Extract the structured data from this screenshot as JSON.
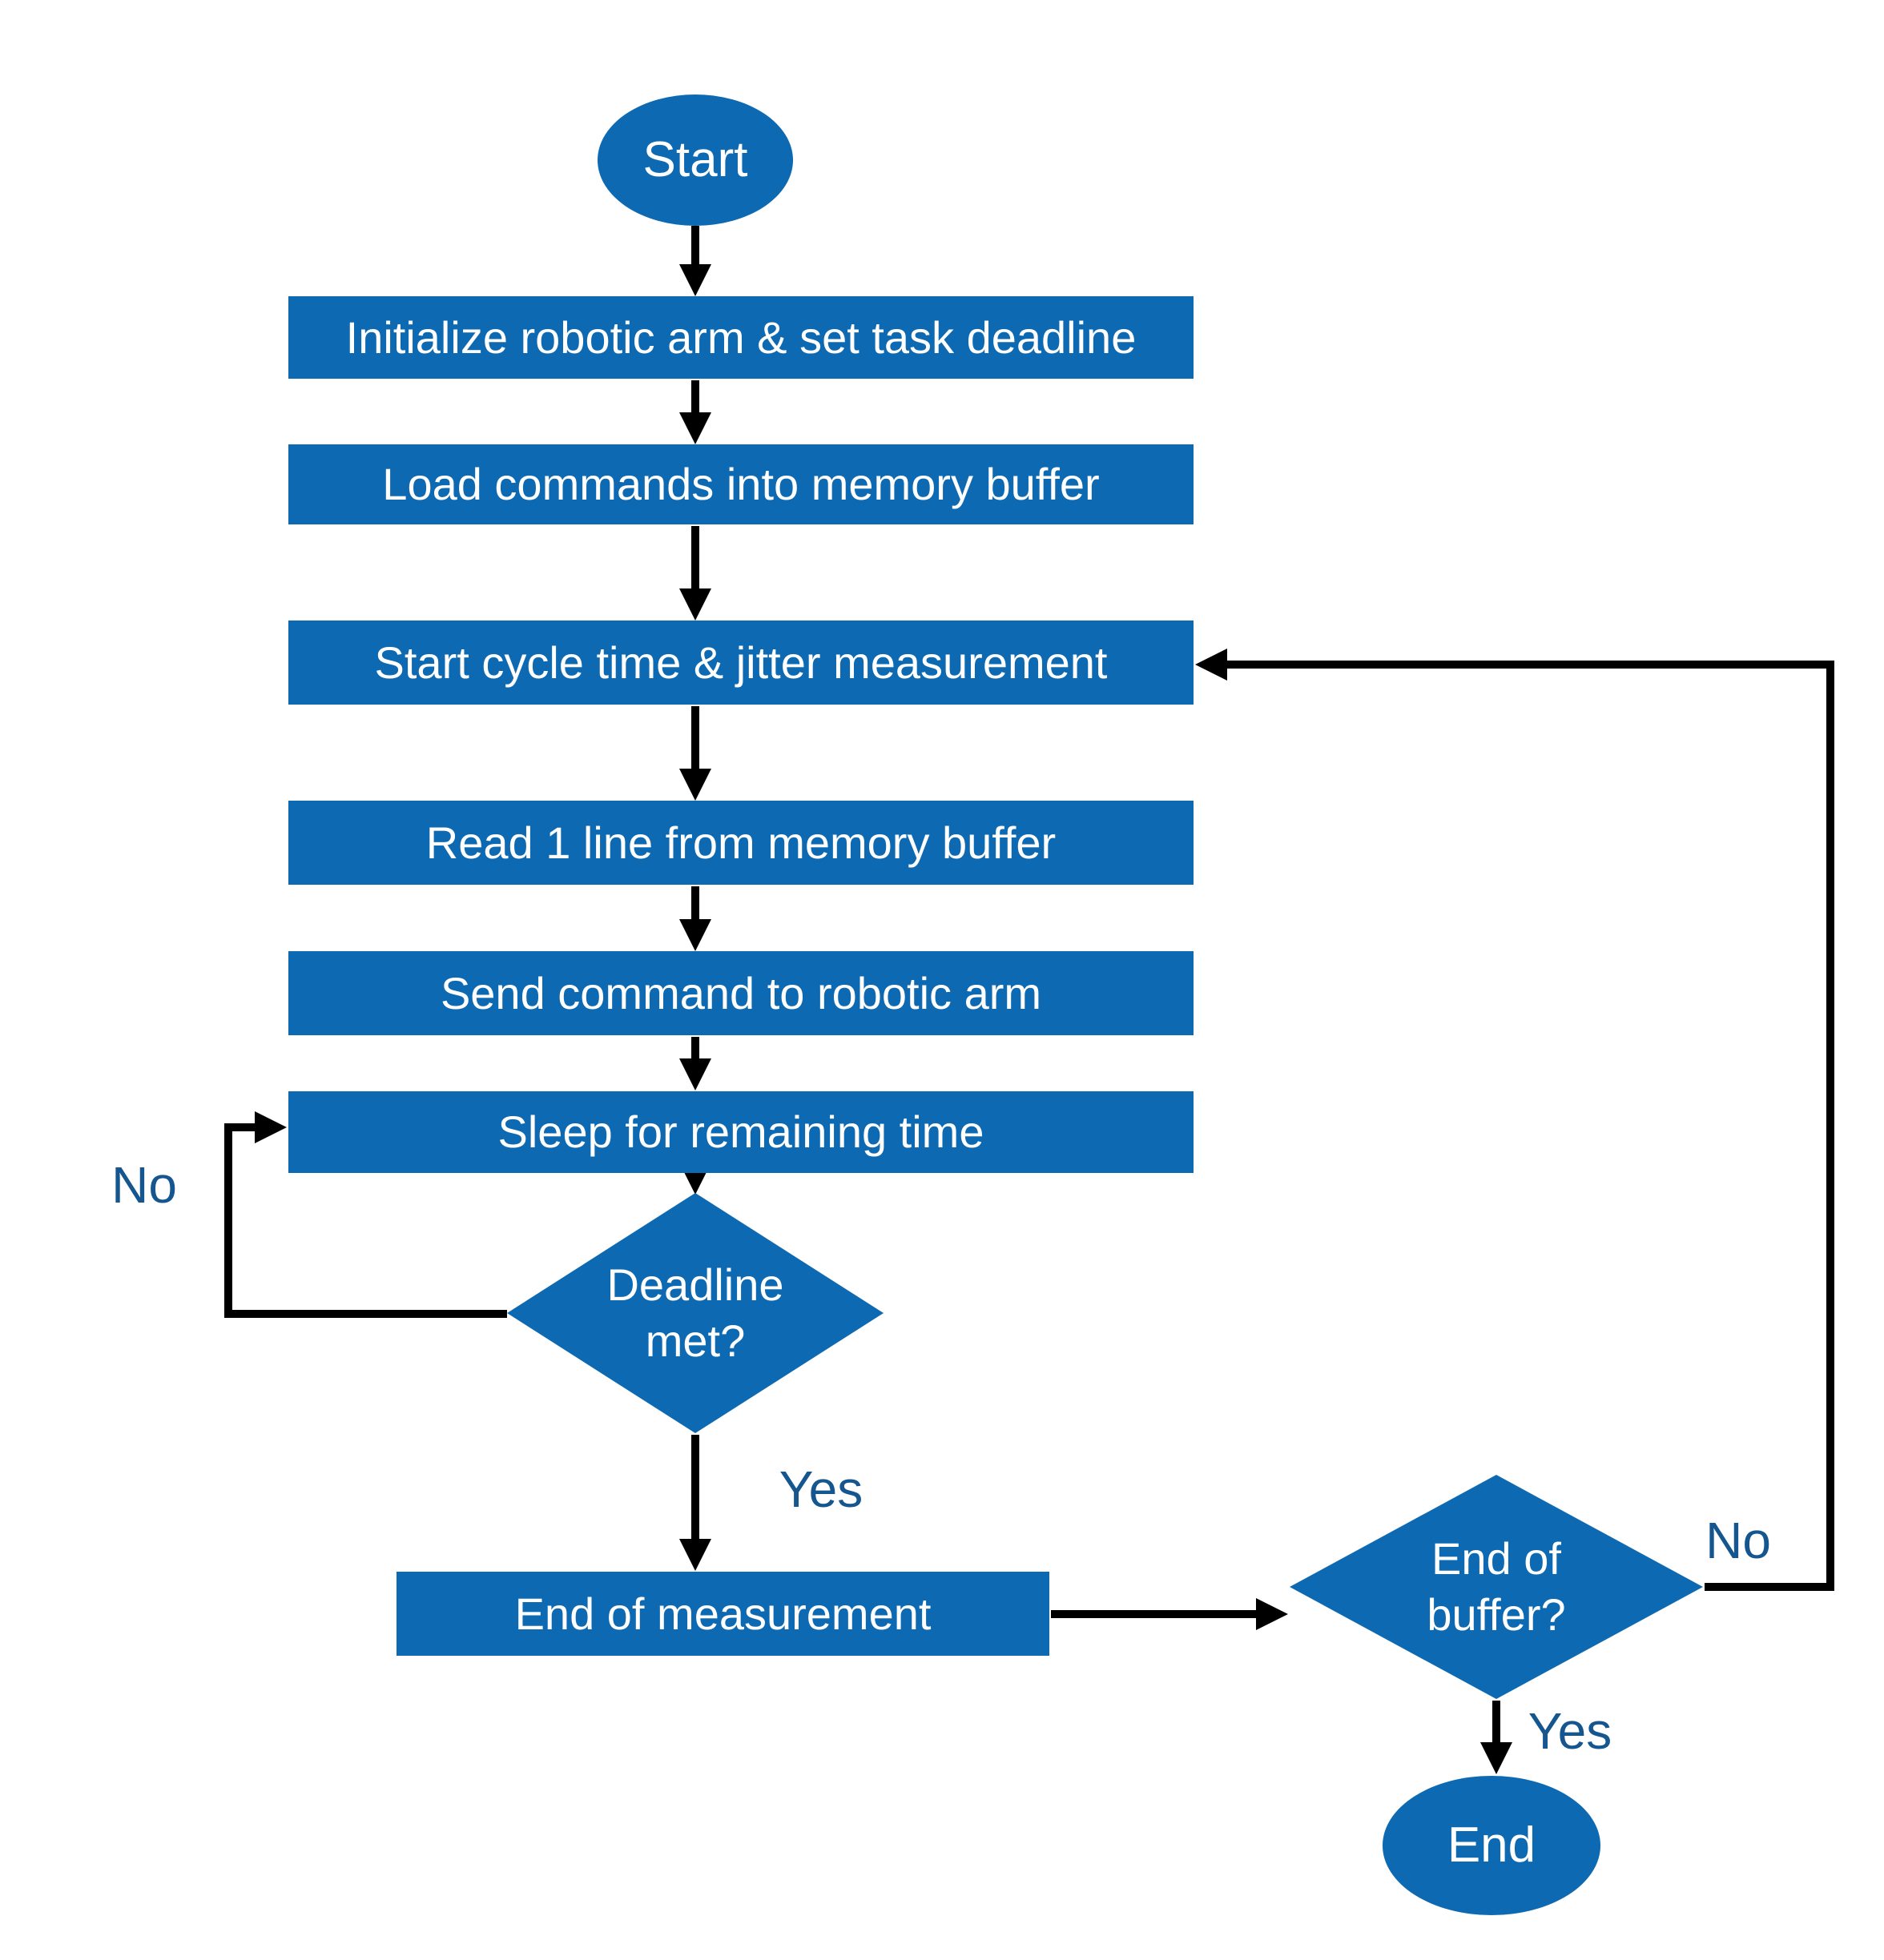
{
  "diagram": {
    "type": "flowchart",
    "colors": {
      "node_fill": "#0d69b2",
      "node_text": "#ffffff",
      "label_text": "#15568f",
      "connector": "#000000"
    },
    "nodes": {
      "start": {
        "type": "terminator",
        "label": "Start"
      },
      "init": {
        "type": "process",
        "label": "Initialize robotic arm & set task deadline"
      },
      "load": {
        "type": "process",
        "label": "Load commands into memory buffer"
      },
      "measure": {
        "type": "process",
        "label": "Start cycle time & jitter measurement"
      },
      "read": {
        "type": "process",
        "label": "Read 1 line from memory buffer"
      },
      "send": {
        "type": "process",
        "label": "Send command to robotic arm"
      },
      "sleep": {
        "type": "process",
        "label": "Sleep for remaining time"
      },
      "deadline": {
        "type": "decision",
        "label": "Deadline met?"
      },
      "end_measure": {
        "type": "process",
        "label": "End of measurement"
      },
      "end_buffer": {
        "type": "decision",
        "label": "End of buffer?"
      },
      "end": {
        "type": "terminator",
        "label": "End"
      }
    },
    "edge_labels": {
      "deadline_no": "No",
      "deadline_yes": "Yes",
      "end_buffer_no": "No",
      "end_buffer_yes": "Yes"
    }
  }
}
